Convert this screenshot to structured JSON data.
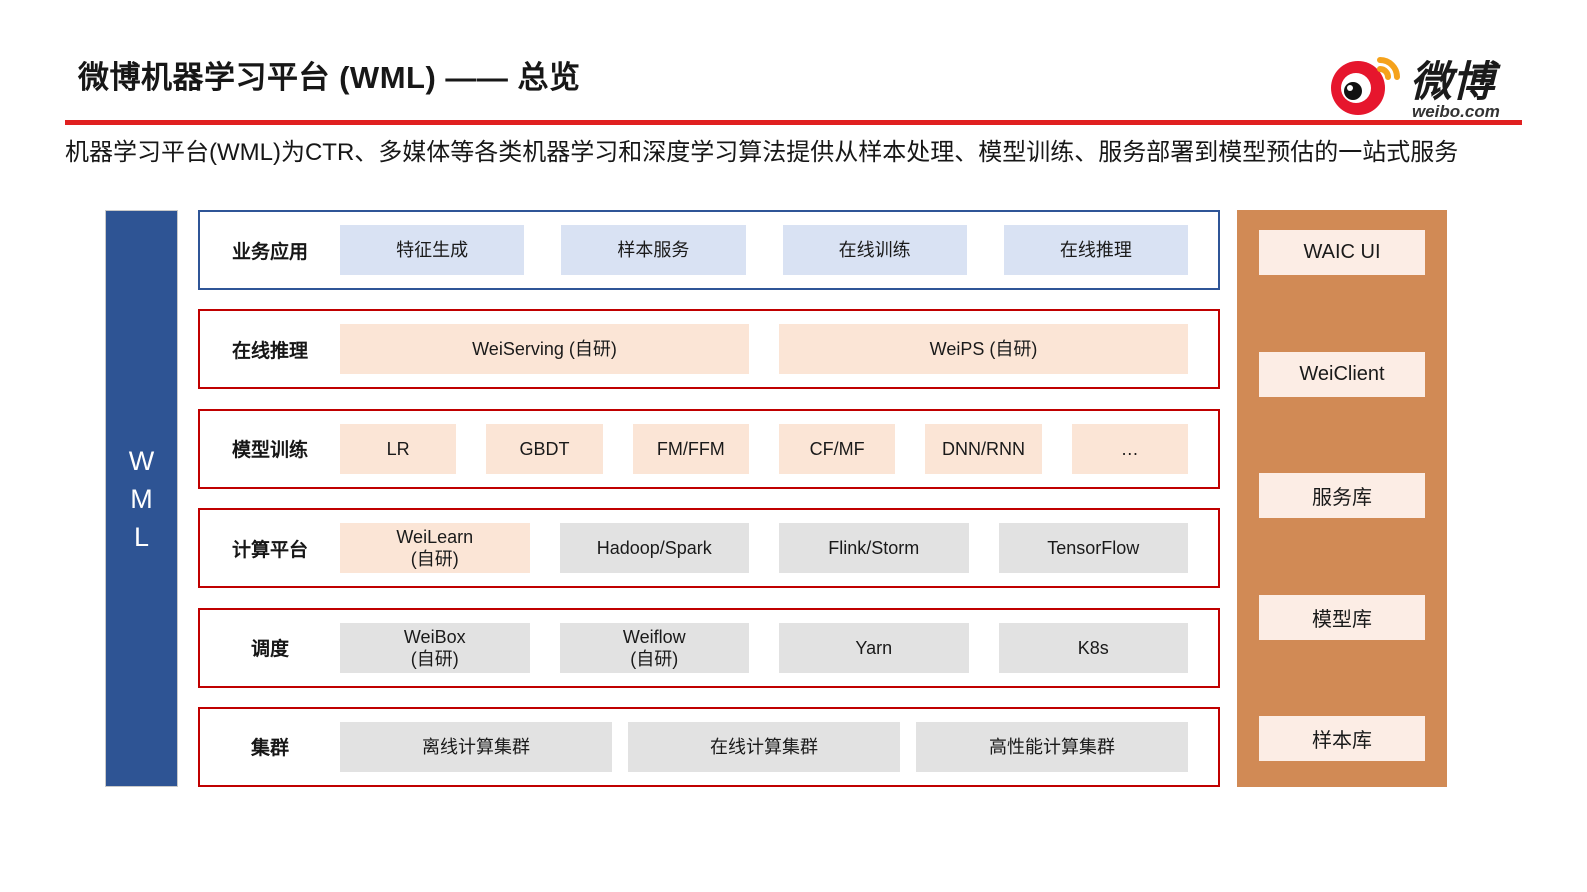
{
  "header": {
    "title": "微博机器学习平台 (WML) —— 总览",
    "description": "机器学习平台(WML)为CTR、多媒体等各类机器学习和深度学习算法提供从样本处理、模型训练、服务部署到模型预估的一站式服务",
    "logo": {
      "brand": "微博",
      "domain": "weibo.com"
    }
  },
  "left_bar": {
    "label": "WML",
    "letters": [
      "W",
      "M",
      "L"
    ]
  },
  "rows": [
    {
      "label": "业务应用",
      "boxes": [
        "特征生成",
        "样本服务",
        "在线训练",
        "在线推理"
      ]
    },
    {
      "label": "在线推理",
      "boxes": [
        "WeiServing (自研)",
        "WeiPS (自研)"
      ]
    },
    {
      "label": "模型训练",
      "boxes": [
        "LR",
        "GBDT",
        "FM/FFM",
        "CF/MF",
        "DNN/RNN",
        "…"
      ]
    },
    {
      "label": "计算平台",
      "boxes": [
        "WeiLearn\n(自研)",
        "Hadoop/Spark",
        "Flink/Storm",
        "TensorFlow"
      ]
    },
    {
      "label": "调度",
      "boxes": [
        "WeiBox\n(自研)",
        "Weiflow\n(自研)",
        "Yarn",
        "K8s"
      ]
    },
    {
      "label": "集群",
      "boxes": [
        "离线计算集群",
        "在线计算集群",
        "高性能计算集群"
      ]
    }
  ],
  "right_bar": {
    "boxes": [
      "WAIC UI",
      "WeiClient",
      "服务库",
      "模型库",
      "样本库"
    ]
  },
  "colors": {
    "divider_red": "#E02020",
    "row_border_red": "#C00000",
    "row_border_blue": "#2F5597",
    "left_bar_blue": "#2E5494",
    "right_bar_orange": "#D18A55",
    "box_blue": "#D9E2F3",
    "box_orange": "#FBE5D6",
    "box_gray": "#E2E2E2",
    "box_peach": "#FCEDE5",
    "logo_red": "#E6162D",
    "logo_orange": "#F5A21B"
  }
}
